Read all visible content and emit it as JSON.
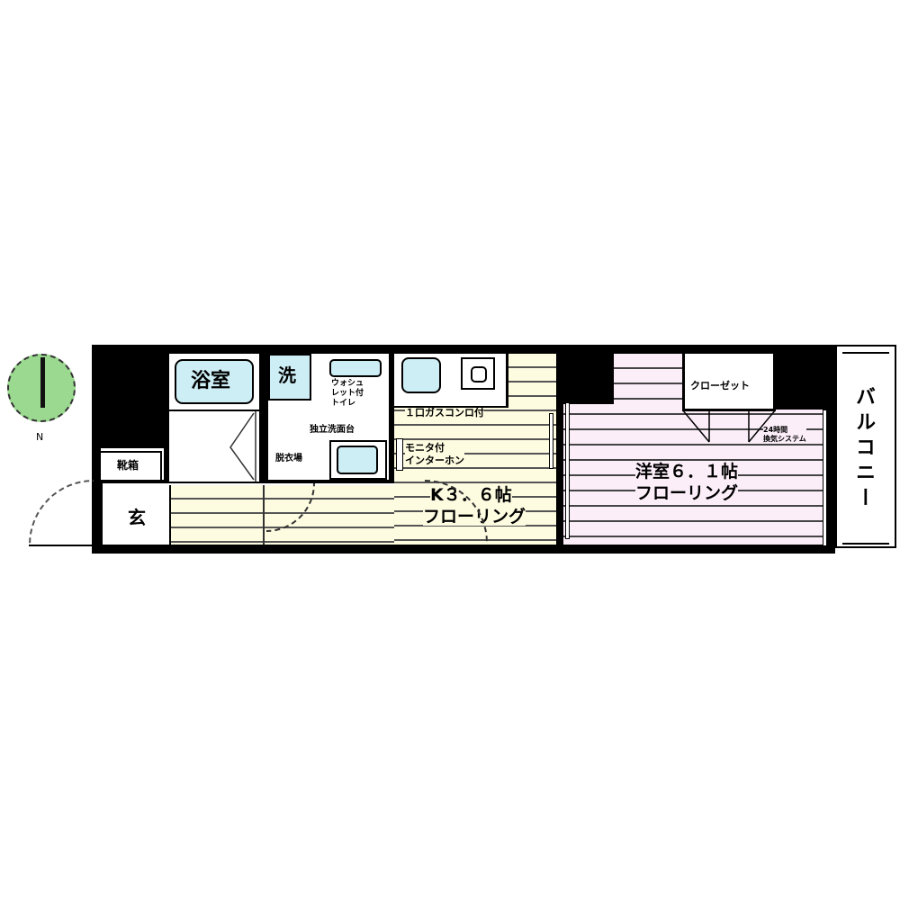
{
  "compass": {
    "label": "N",
    "fill_color": "#9ad98f"
  },
  "rooms": {
    "bath": {
      "label": "浴室",
      "color": "#cdeef5"
    },
    "washer": {
      "label": "洗"
    },
    "toilet": {
      "label_lines": [
        "ウォシュ",
        "レット付",
        "トイレ"
      ]
    },
    "vanity": {
      "label": "独立洗面台"
    },
    "dressing": {
      "label": "脱衣場"
    },
    "shoe_box": {
      "label": "靴箱"
    },
    "entrance": {
      "label": "玄"
    },
    "kitchen": {
      "title": "K３．６帖",
      "flooring": "フローリング",
      "stove": "１口ガスコンロ付",
      "intercom_lines": [
        "モニタ付",
        "インターホン"
      ],
      "floor_color": "#fdfbe0"
    },
    "western": {
      "title": "洋室６．１帖",
      "flooring": "フローリング",
      "closet": "クローゼット",
      "ventilation_lines": [
        "24時間",
        "換気システム"
      ],
      "floor_color": "#fbeef8"
    },
    "balcony": {
      "label": "バルコニー"
    }
  }
}
